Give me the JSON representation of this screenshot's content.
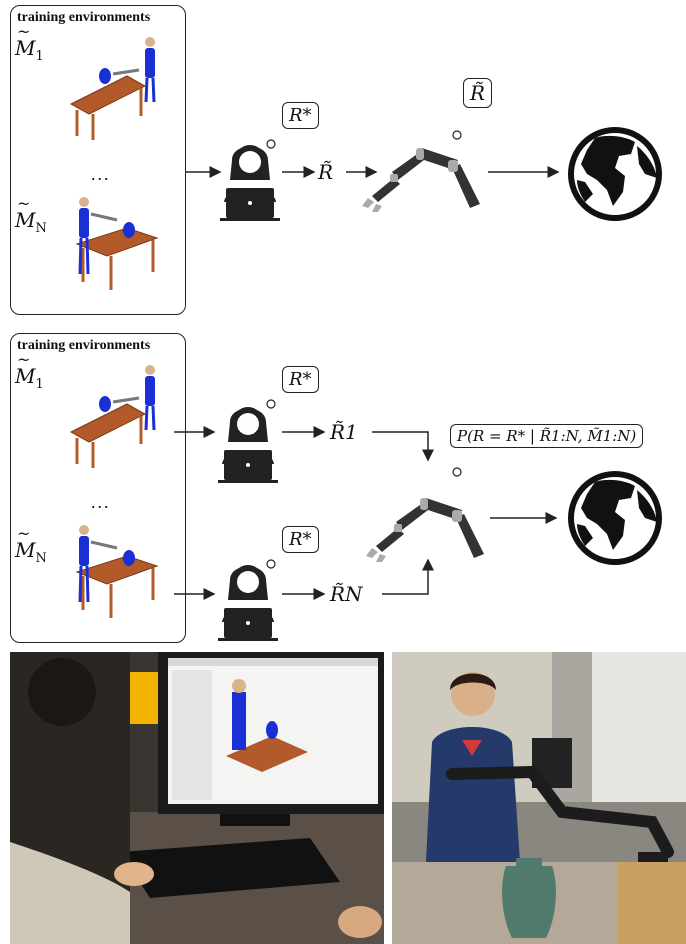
{
  "panel_a": {
    "env_title": "training environments",
    "env_first": "M̃₁",
    "env_last": "M̃N",
    "ellipsis": "...",
    "thought_bubble_human": "R*",
    "proxy_label": "R̃",
    "thought_bubble_robot": "R̃"
  },
  "panel_b": {
    "env_title": "training environments",
    "env_first": "M̃₁",
    "env_last": "M̃N",
    "ellipsis": "...",
    "thought_bubble_human_1": "R*",
    "thought_bubble_human_n": "R*",
    "proxy_label_1": "R̃1",
    "proxy_label_n": "R̃N",
    "posterior": "P(R = R* | R̃1:N, M̃1:N)"
  },
  "icons": [
    "person-laptop-icon",
    "robot-arm-icon",
    "globe-icon"
  ],
  "colors": {
    "wood": "#b35a2a",
    "blue": "#1a2fd4",
    "ink": "#222222",
    "note": "#f2b400"
  }
}
